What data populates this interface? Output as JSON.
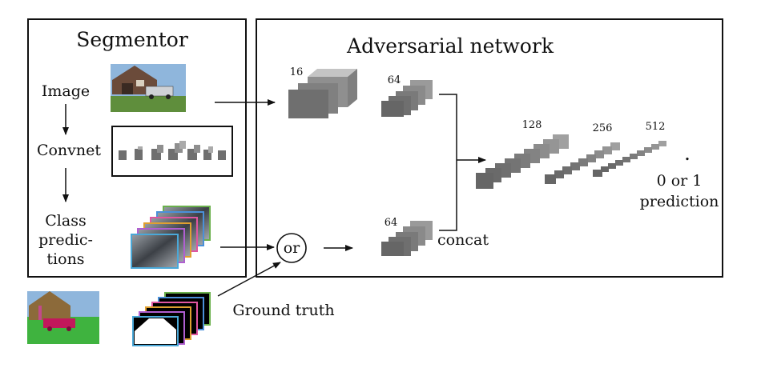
{
  "segmentor": {
    "title": "Segmentor",
    "image_label": "Image",
    "convnet_label": "Convnet",
    "class_label_1": "Class",
    "class_label_2": "predic-",
    "class_label_3": "tions"
  },
  "adversarial": {
    "title": "Adversarial network",
    "layer_top_16": "16",
    "layer_top_64": "64",
    "layer_bottom_64": "64",
    "layer_128": "128",
    "layer_256": "256",
    "layer_512": "512",
    "concat_label": "concat",
    "dot": ".",
    "output_line_1": "0 or 1",
    "output_line_2": "prediction",
    "or_label": "or"
  },
  "ground_truth_label": "Ground truth",
  "colors": {
    "block_front": "#6f6f6f",
    "block_side": "#8f8f8f",
    "block_top": "#c4c4c4",
    "sky": "#8fb6dc",
    "grass": "#6aa84f",
    "barn": "#6b4b3a"
  }
}
